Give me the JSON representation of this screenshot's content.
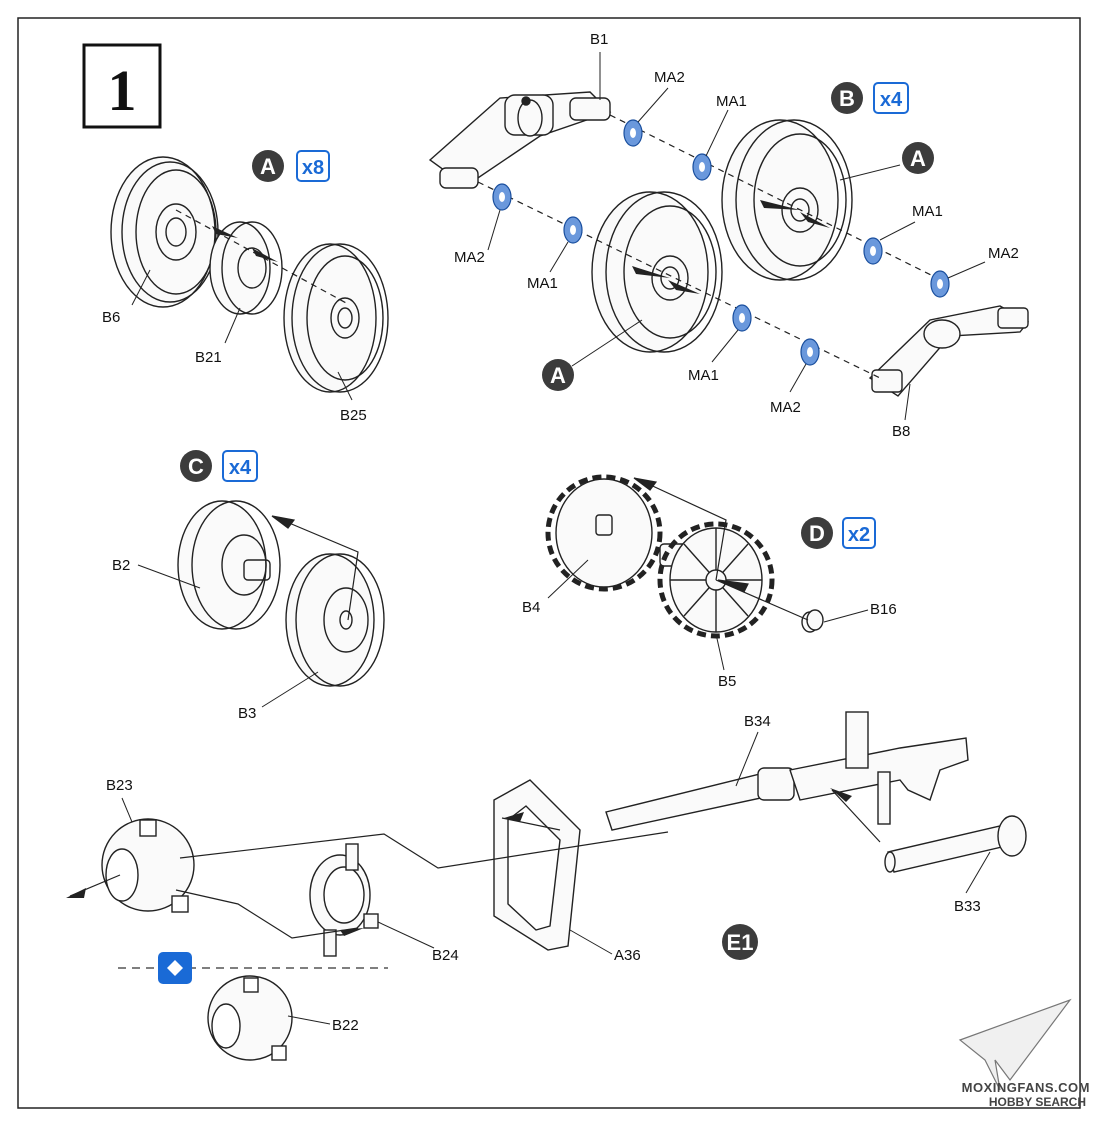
{
  "step_number": "1",
  "assemblies": {
    "A": {
      "letter": "A",
      "multiplier": "x8"
    },
    "B": {
      "letter": "B",
      "multiplier": "x4"
    },
    "C": {
      "letter": "C",
      "multiplier": "x4"
    },
    "D": {
      "letter": "D",
      "multiplier": "x2"
    },
    "E": {
      "letter": "E1"
    }
  },
  "parts": {
    "B1": "B1",
    "B2": "B2",
    "B3": "B3",
    "B4": "B4",
    "B5": "B5",
    "B6": "B6",
    "B8": "B8",
    "B16": "B16",
    "B21": "B21",
    "B22": "B22",
    "B23": "B23",
    "B24": "B24",
    "B25": "B25",
    "B33": "B33",
    "B34": "B34",
    "A36": "A36",
    "MA1": "MA1",
    "MA2": "MA2"
  },
  "callouts": {
    "A_left": "A",
    "A_right": "A"
  },
  "watermark": {
    "line1": "MOXINGFANS.COM",
    "line2": "HOBBY SEARCH"
  },
  "colors": {
    "accent_blue": "#1a6ad6",
    "washer_blue": "#6a98dc",
    "badge_grey": "#3c3c3c",
    "line": "#222222"
  }
}
